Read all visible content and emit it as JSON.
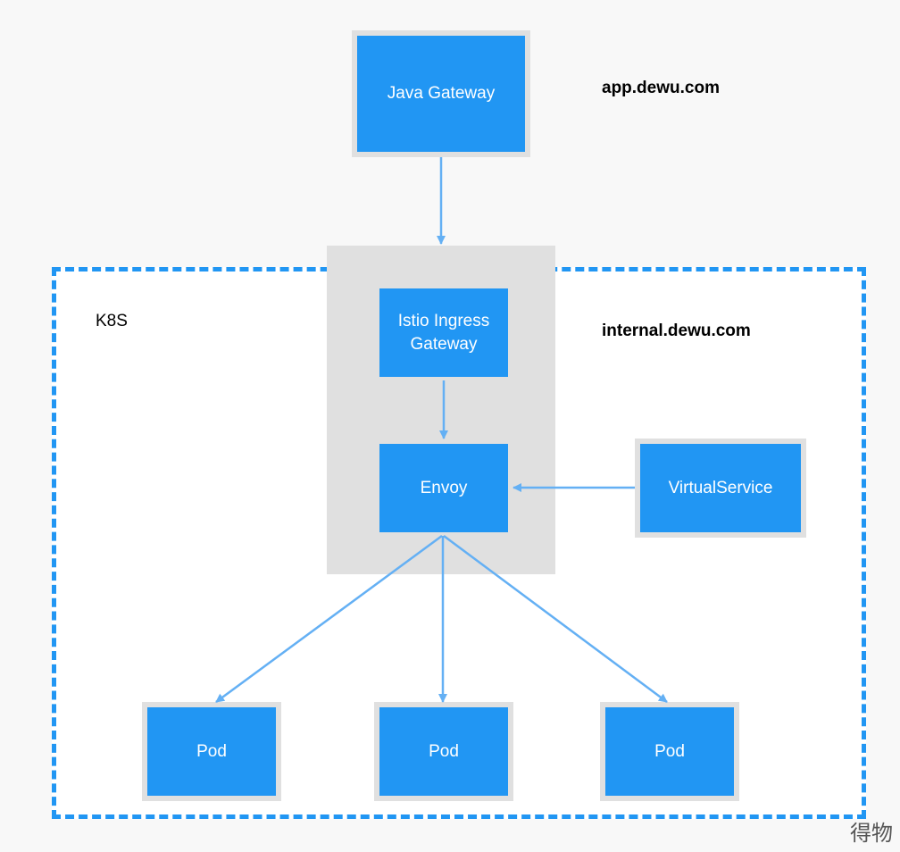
{
  "colors": {
    "node_fill": "#2196f3",
    "node_border": "#e0e0e0",
    "edge": "#64b0f4",
    "frame": "#2196f3",
    "panel": "#e0e0e0"
  },
  "labels": {
    "cluster": "K8S",
    "external_domain": "app.dewu.com",
    "internal_domain": "internal.dewu.com"
  },
  "nodes": {
    "java_gateway": "Java Gateway",
    "istio_gateway": "Istio Ingress\nGateway",
    "envoy": "Envoy",
    "virtual_service": "VirtualService",
    "pods": [
      "Pod",
      "Pod",
      "Pod"
    ]
  },
  "edges": [
    {
      "from": "java_gateway",
      "to": "istio_gateway"
    },
    {
      "from": "istio_gateway",
      "to": "envoy"
    },
    {
      "from": "virtual_service",
      "to": "envoy"
    },
    {
      "from": "envoy",
      "to": "pods.0"
    },
    {
      "from": "envoy",
      "to": "pods.1"
    },
    {
      "from": "envoy",
      "to": "pods.2"
    }
  ],
  "watermark": "得物"
}
